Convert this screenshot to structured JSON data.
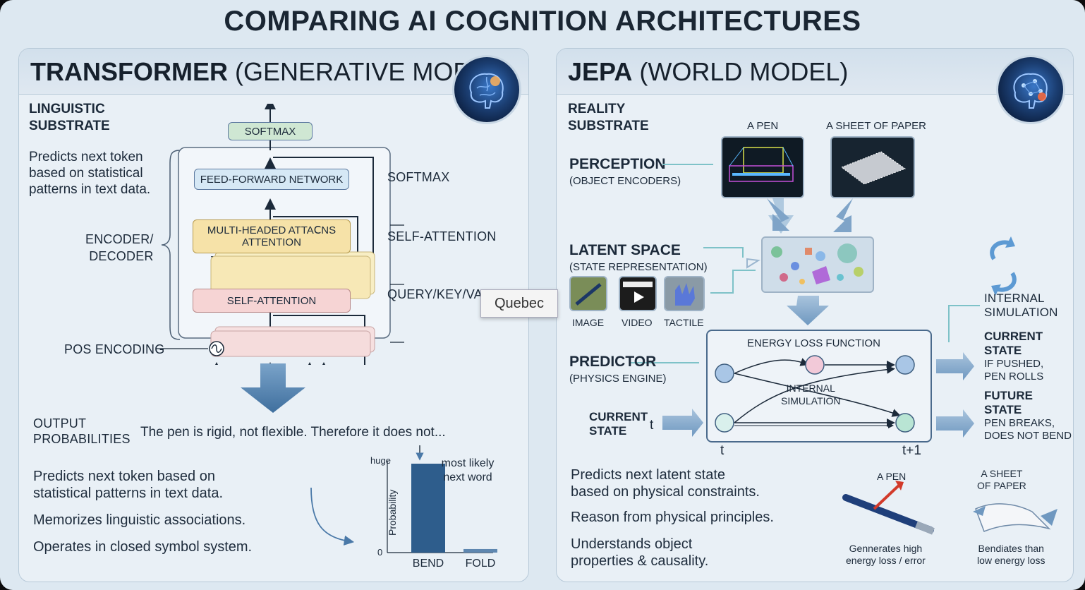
{
  "title": "COMPARING AI COGNITION ARCHITECTURES",
  "left": {
    "title_bold": "TRANSFORMER",
    "title_rest": " (GENERATIVE MODEL)",
    "substrate": [
      "LINGUISTIC",
      "SUBSTRATE"
    ],
    "substrate_desc": [
      "Predicts next token",
      "based on statistical",
      "patterns in text data."
    ],
    "encoder_label": [
      "ENCODER/",
      "DECODER"
    ],
    "blocks": {
      "softmax": "SOFTMAX",
      "ffn": "FEED-FORWARD NETWORK",
      "mha": [
        "MULTI-HEADED ATTAⅭNS",
        "ATTENTION"
      ],
      "self_attention": "SELF-ATTENTION"
    },
    "side_labels": {
      "softmax": "SOFTMAX",
      "self_attention": "SELF-ATTENTION",
      "qkv": "QUERY/KEY/VALUE"
    },
    "pos_encoding": "POS ENCODING",
    "output": [
      "OUTPUT",
      "PROBABILITIES"
    ],
    "sentence": "The pen is rigid, not flexible. Therefore it does not...",
    "bullets": [
      [
        "Predicts next token based on",
        "statistical patterns in text data."
      ],
      [
        "Memorizes linguistic associations."
      ],
      [
        "Operates in closed symbol system."
      ]
    ]
  },
  "chart_data": {
    "type": "bar",
    "categories": [
      "BEND",
      "FOLD"
    ],
    "values": [
      1.0,
      0.04
    ],
    "ylabel": "Probability",
    "ytick_labels": [
      "0",
      "huge"
    ],
    "annotation": [
      "most likely",
      "next word"
    ]
  },
  "right": {
    "title_bold": "JEPA",
    "title_rest": " (WORLD MODEL)",
    "substrate": [
      "REALITY",
      "SUBSTRATE"
    ],
    "perception": "PERCEPTION",
    "perception_sub": "(OBJECT ENCODERS)",
    "obj1": "A PEN",
    "obj2": "A SHEET OF PAPER",
    "latent": "LATENT SPACE",
    "latent_sub": "(STATE REPRESENTATION)",
    "modalities": [
      "IMAGE",
      "VIDEO",
      "TACTILE"
    ],
    "energy": "ENERGY LOSS FUNCTION",
    "internal_sim_inner": [
      "INTERNAL",
      "SIMULATION"
    ],
    "predictor": "PREDICTOR",
    "predictor_sub": "(PHYSICS ENGINE)",
    "current_state": [
      "CURRENT",
      "STATE"
    ],
    "t_label": "t",
    "t_axis": "t",
    "t1_axis": "t+1",
    "internal_sim": [
      "INTERNAL",
      "SIMULATION"
    ],
    "current_state_right": [
      "CURRENT",
      "STATE"
    ],
    "current_desc": [
      "IF PUSHED,",
      "PEN ROLLS"
    ],
    "future_state": [
      "FUTURE",
      "STATE"
    ],
    "future_desc": [
      "PEN BREAKS,",
      "DOES NOT BEND"
    ],
    "bullets": [
      [
        "Predicts next latent state",
        "based on physical constraints."
      ],
      [
        "Reason from physical principles."
      ],
      [
        "Understands object",
        "properties & causality."
      ]
    ],
    "pen_label": "A PEN",
    "pen_caption": [
      "Gennerates high",
      "energy loss / error"
    ],
    "paper_label": [
      "A SHEET",
      "OF PAPER"
    ],
    "paper_caption": [
      "Bendiates than",
      "low energy loss"
    ]
  },
  "tooltip": "Quebec",
  "colors": {
    "accent": "#4a79a8",
    "softmax_box": "#cfe7d3",
    "ffn_box": "#d6e8f5",
    "mha_box": "#f6e2a8",
    "sa_box": "#f6d4d4",
    "bar": "#2e5d8c"
  }
}
